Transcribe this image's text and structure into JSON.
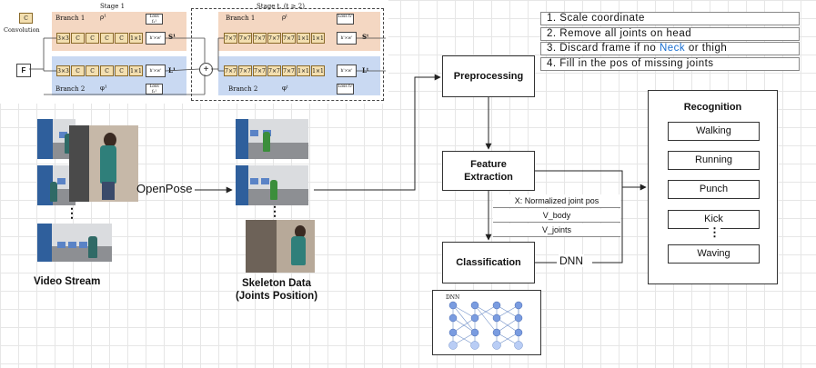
{
  "openpose_figure": {
    "legend_block": "C",
    "legend_label": "Convolution",
    "stage1_title": "Stage 1",
    "staget_title": "Stage t, (t ≥ 2)",
    "branch1_label": "Branch 1",
    "branch2_label": "Branch 2",
    "rho1": "ρ¹",
    "phi1": "φ¹",
    "rhot": "ρᵗ",
    "phit": "φᵗ",
    "block_c": "C",
    "block_3x3": "3×3",
    "block_7x7": "7×7",
    "block_1x1": "1×1",
    "loss_top_1": "Loss f₁¹",
    "loss_bottom_1": "Loss f₂¹",
    "loss_top_t": "Loss f₁ᵗ",
    "loss_bottom_t": "Loss f₂ᵗ",
    "out_box_label": "h'×w'",
    "s1": "S¹",
    "l1": "L¹",
    "st": "Sᵗ",
    "lt": "Lᵗ",
    "input_f": "F",
    "concat_symbol": "+"
  },
  "left": {
    "openpose_label": "OpenPose",
    "video_stream_label": "Video Stream",
    "skeleton_label_line1": "Skeleton Data",
    "skeleton_label_line2": "(Joints Position)",
    "ellipsis": "⋮"
  },
  "steps": [
    {
      "prefix": "1. Scale coordinate",
      "highlight": "",
      "suffix": ""
    },
    {
      "prefix": "2. Remove all joints on head",
      "highlight": "",
      "suffix": ""
    },
    {
      "prefix": "3. Discard frame if no ",
      "highlight": "Neck",
      "suffix": " or thigh"
    },
    {
      "prefix": "4. Fill in the pos of missing joints",
      "highlight": "",
      "suffix": ""
    }
  ],
  "pipeline": {
    "preprocessing": "Preprocessing",
    "feature_extraction_line1": "Feature",
    "feature_extraction_line2": "Extraction",
    "classification": "Classification",
    "dnn_label": "DNN",
    "dnn_thumb_label": "DNN",
    "features": [
      "X: Normalized joint pos",
      "V_body",
      "V_joints"
    ]
  },
  "recognition": {
    "title": "Recognition",
    "classes": [
      "Walking",
      "Running",
      "Punch",
      "Kick",
      "Waving"
    ],
    "ellipsis": "⋮"
  },
  "colors": {
    "branch1_fill": "#f4d7c2",
    "branch2_fill": "#c9d9f2",
    "block_fill": "#f3dfb0",
    "highlight_text": "#1a6fd1"
  }
}
